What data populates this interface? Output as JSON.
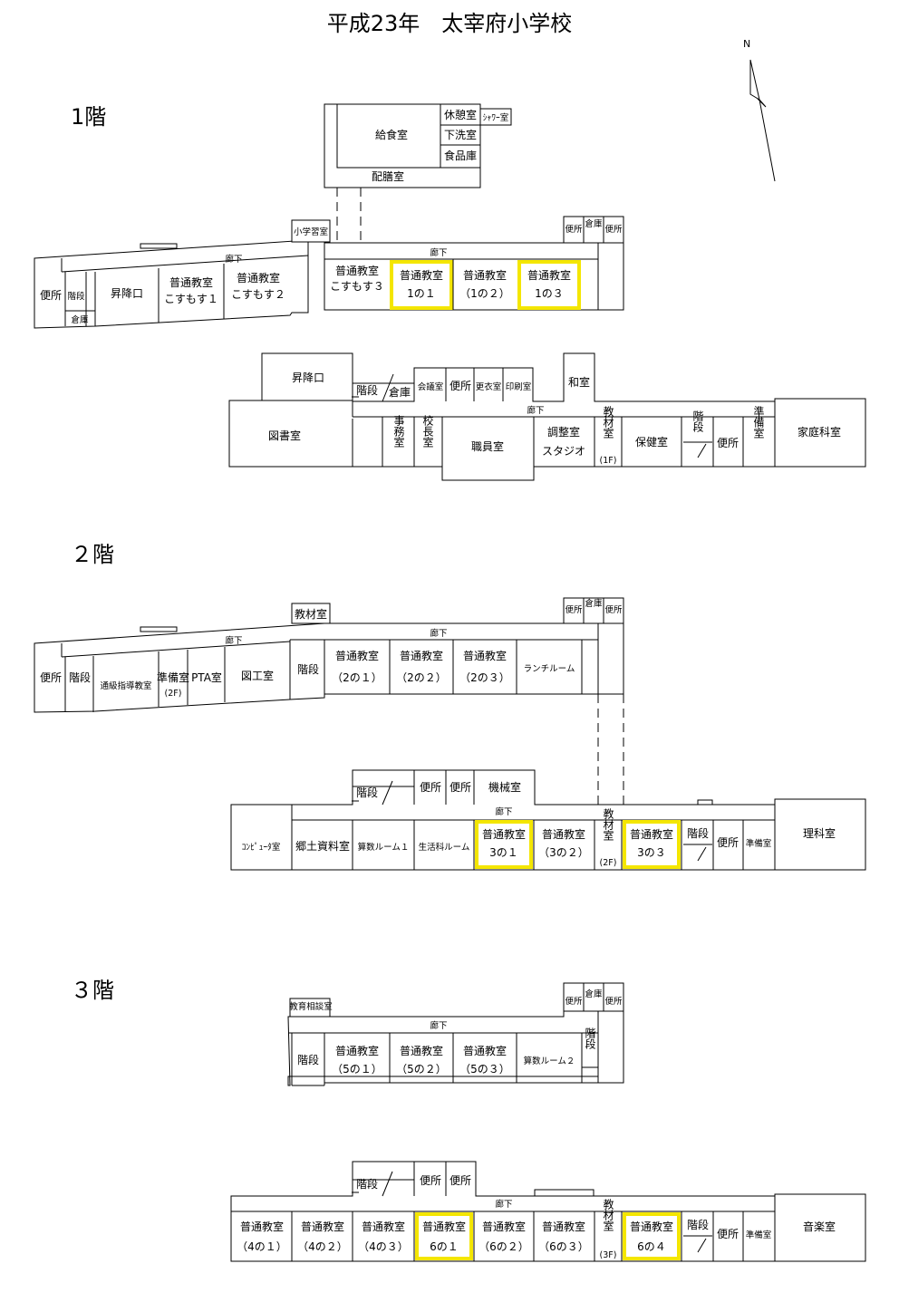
{
  "title": "平成23年　太宰府小学校",
  "compass": "N",
  "floors": {
    "f1": {
      "label": "1階",
      "north_wing": {
        "kyushoku": "給食室",
        "kyukei": "休憩室",
        "shower": "ｼｬﾜｰ室",
        "kasen": "下洗室",
        "shokuhin": "食品庫",
        "haizen": "配膳室"
      },
      "west": {
        "shogakushu": "小学習室",
        "rouka": "廊下",
        "benjo": "便所",
        "kaidan": "階段",
        "souko": "倉庫",
        "shoukou": "昇降口",
        "kosumosu1": [
          "普通教室",
          "こすもす１"
        ],
        "kosumosu2": [
          "普通教室",
          "こすもす２"
        ]
      },
      "center": {
        "rouka": "廊下",
        "benjo_a": "便所",
        "souko": "倉庫",
        "benjo_b": "便所",
        "kosumosu3": [
          "普通教室",
          "こすもす３"
        ],
        "c11": [
          "普通教室",
          "1の１"
        ],
        "c12": [
          "普通教室",
          "（1の２）"
        ],
        "c13": [
          "普通教室",
          "1の３"
        ]
      },
      "south": {
        "shoukou": "昇降口",
        "kaidan": "階段",
        "souko": "倉庫",
        "kaigi": "会議室",
        "benjo": "便所",
        "koui": "更衣室",
        "insatsu": "印刷室",
        "washitsu": "和室",
        "rouka": "廊下",
        "tosho": "図書室",
        "jimu": "事務室",
        "kocho": "校長室",
        "shokuin": "職員室",
        "chousei": [
          "調整室",
          "スタジオ"
        ],
        "kyozai": [
          "教材室",
          "(1F)"
        ],
        "hoken": "保健室",
        "kaidan2": "階段",
        "benjo2": "便所",
        "junbi": "準備室",
        "katei": "家庭科室"
      }
    },
    "f2": {
      "label": "２階",
      "north": {
        "kyozai": "教材室",
        "rouka": "廊下",
        "benjo": "便所",
        "kaidan": "階段",
        "tsukyu": "通級指導教室",
        "junbi": [
          "準備室",
          "(2F)"
        ],
        "pta": "PTA室",
        "zukou": "図工室",
        "kaidan2": "階段",
        "c21": [
          "普通教室",
          "（2の１）"
        ],
        "c22": [
          "普通教室",
          "（2の２）"
        ],
        "c23": [
          "普通教室",
          "（2の３）"
        ],
        "lunch": "ランチルーム",
        "benjo_a": "便所",
        "souko": "倉庫",
        "benjo_b": "便所"
      },
      "south": {
        "kaidan": "階段",
        "benjo_a": "便所",
        "benjo_b": "便所",
        "kikai": "機械室",
        "rouka": "廊下",
        "computer": "ｺﾝﾋﾟｭｰﾀ室",
        "kyodo": "郷土資料室",
        "sansu1": "算数ルーム１",
        "seikatsu": "生活科ルーム",
        "c31": [
          "普通教室",
          "3の１"
        ],
        "c32": [
          "普通教室",
          "（3の２）"
        ],
        "kyozai": [
          "教材室",
          "(2F)"
        ],
        "c33": [
          "普通教室",
          "3の３"
        ],
        "kaidan2": "階段",
        "benjo": "便所",
        "junbi": "準備室",
        "rika": "理科室"
      }
    },
    "f3": {
      "label": "３階",
      "north": {
        "soudan": "教育相談室",
        "rouka": "廊下",
        "benjo_a": "便所",
        "souko": "倉庫",
        "benjo_b": "便所",
        "kaidan": "階段",
        "c51": [
          "普通教室",
          "（5の１）"
        ],
        "c52": [
          "普通教室",
          "（5の２）"
        ],
        "c53": [
          "普通教室",
          "（5の３）"
        ],
        "sansu2": "算数ルーム２",
        "kaidan2": "階段"
      },
      "south": {
        "kaidan": "階段",
        "benjo_a": "便所",
        "benjo_b": "便所",
        "rouka": "廊下",
        "c41": [
          "普通教室",
          "（4の１）"
        ],
        "c42": [
          "普通教室",
          "（4の２）"
        ],
        "c43": [
          "普通教室",
          "（4の３）"
        ],
        "c61": [
          "普通教室",
          "6の１"
        ],
        "c62": [
          "普通教室",
          "（6の２）"
        ],
        "c63": [
          "普通教室",
          "（6の３）"
        ],
        "kyozai": [
          "教材室",
          "(3F)"
        ],
        "c64": [
          "普通教室",
          "6の４"
        ],
        "kaidan2": "階段",
        "benjo": "便所",
        "junbi": "準備室",
        "ongaku": "音楽室"
      }
    }
  },
  "colors": {
    "highlight": "#f4e600",
    "line": "#000000"
  }
}
